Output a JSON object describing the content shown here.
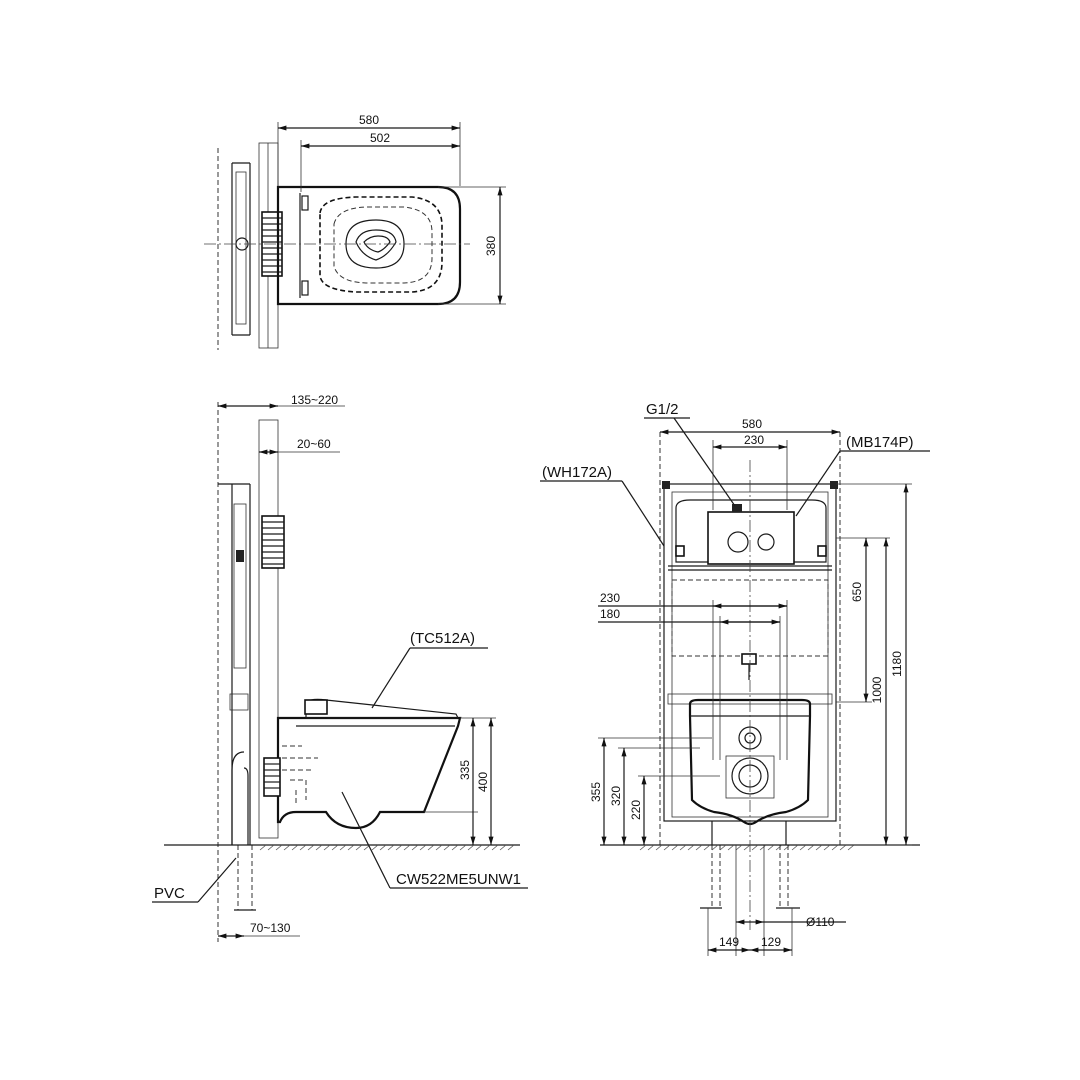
{
  "top_view": {
    "dim_width_total": "580",
    "dim_width_bowl": "502",
    "dim_depth": "380"
  },
  "side_view": {
    "dim_frame_depth": "135~220",
    "dim_wall_finish": "20~60",
    "dim_pipe_offset": "70~130",
    "dim_bowl_height": "335",
    "dim_rim_height": "400",
    "label_seat": "(TC512A)",
    "label_bowl": "CW522ME5UNW1",
    "label_pipe": "PVC"
  },
  "front_view": {
    "label_inlet": "G1/2",
    "label_plate": "(MB174P)",
    "label_frame": "(WH172A)",
    "dim_frame_width": "580",
    "dim_tank_width": "230",
    "dim_bolt_spacing_outer": "230",
    "dim_bolt_spacing_inner": "180",
    "dim_plate_height": "650",
    "dim_rail_height": "1000",
    "dim_frame_height": "1180",
    "dim_left_355": "355",
    "dim_left_320": "320",
    "dim_left_220": "220",
    "dim_outlet": "Ø110",
    "dim_offset_149": "149",
    "dim_offset_129": "129"
  }
}
